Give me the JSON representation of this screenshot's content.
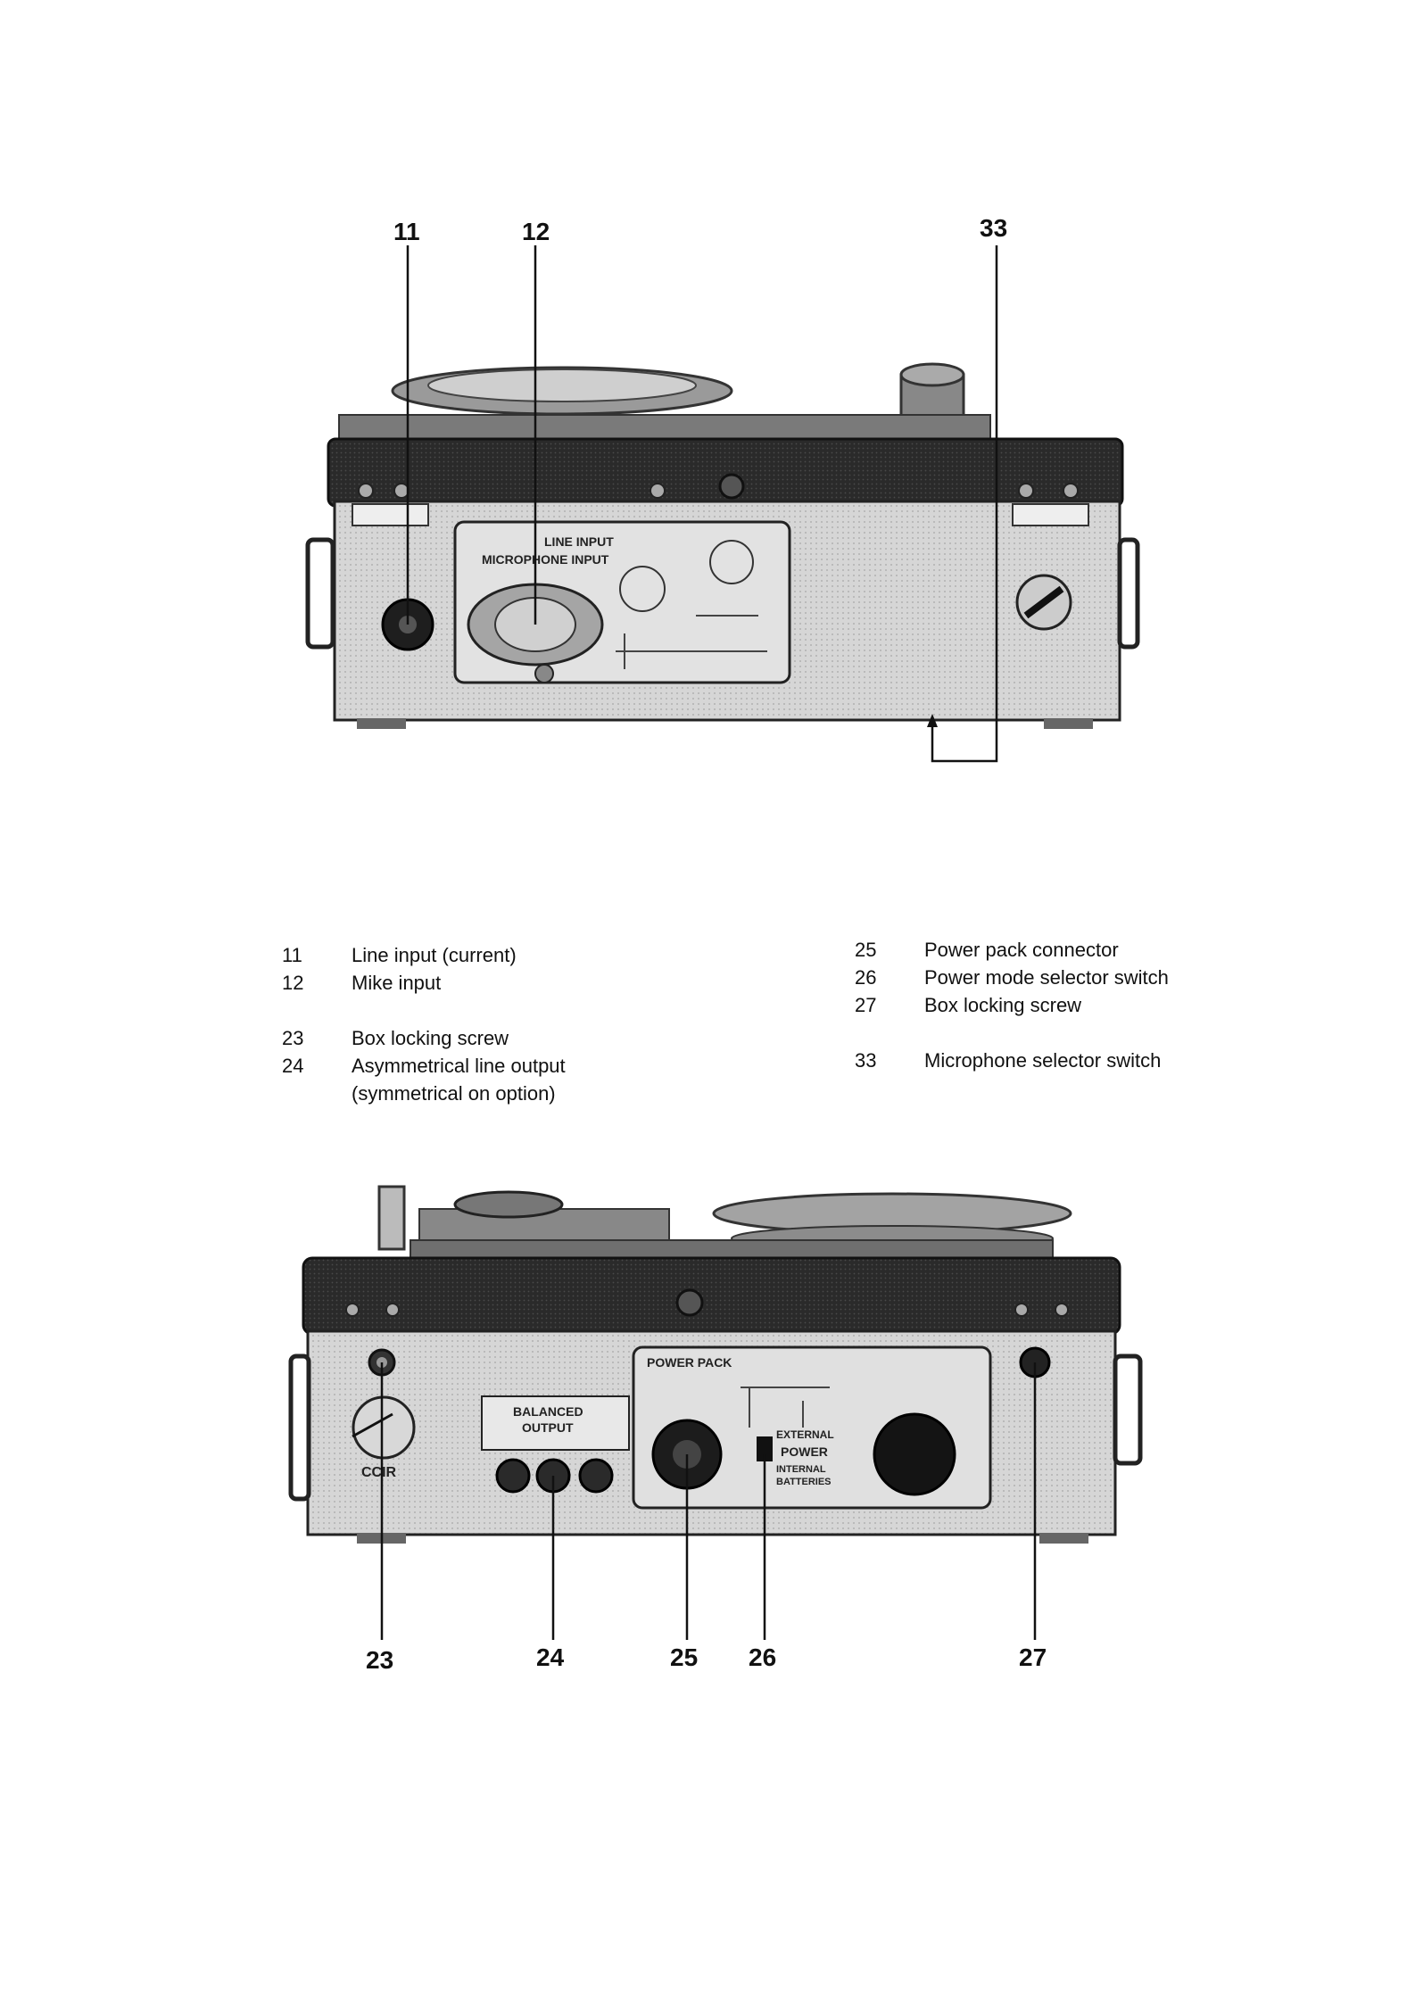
{
  "top_figure": {
    "callouts": [
      "11",
      "12",
      "33"
    ],
    "panel_texts": {
      "line_input": "LINE INPUT",
      "microphone_input": "MICROPHONE INPUT"
    }
  },
  "legend_left": [
    {
      "num": "11",
      "text": "Line input (current)"
    },
    {
      "num": "12",
      "text": "Mike input"
    },
    {
      "num": "23",
      "text": "Box locking screw"
    },
    {
      "num": "24",
      "text": "Asymmetrical line output"
    },
    {
      "num": "",
      "text": "(symmetrical on option)"
    }
  ],
  "legend_right": [
    {
      "num": "25",
      "text": "Power pack connector"
    },
    {
      "num": "26",
      "text": "Power mode selector switch"
    },
    {
      "num": "27",
      "text": "Box locking screw"
    },
    {
      "num": "33",
      "text": "Microphone selector switch"
    }
  ],
  "bottom_figure": {
    "callouts": [
      "23",
      "24",
      "25",
      "26",
      "27"
    ],
    "panel_texts": {
      "balanced_output": "BALANCED",
      "balanced_output_2": "OUTPUT",
      "power_pack": "POWER PACK",
      "external": "EXTERNAL",
      "power": "POWER",
      "internal": "INTERNAL",
      "batteries": "BATTERIES",
      "ccir": "CCIR"
    }
  }
}
